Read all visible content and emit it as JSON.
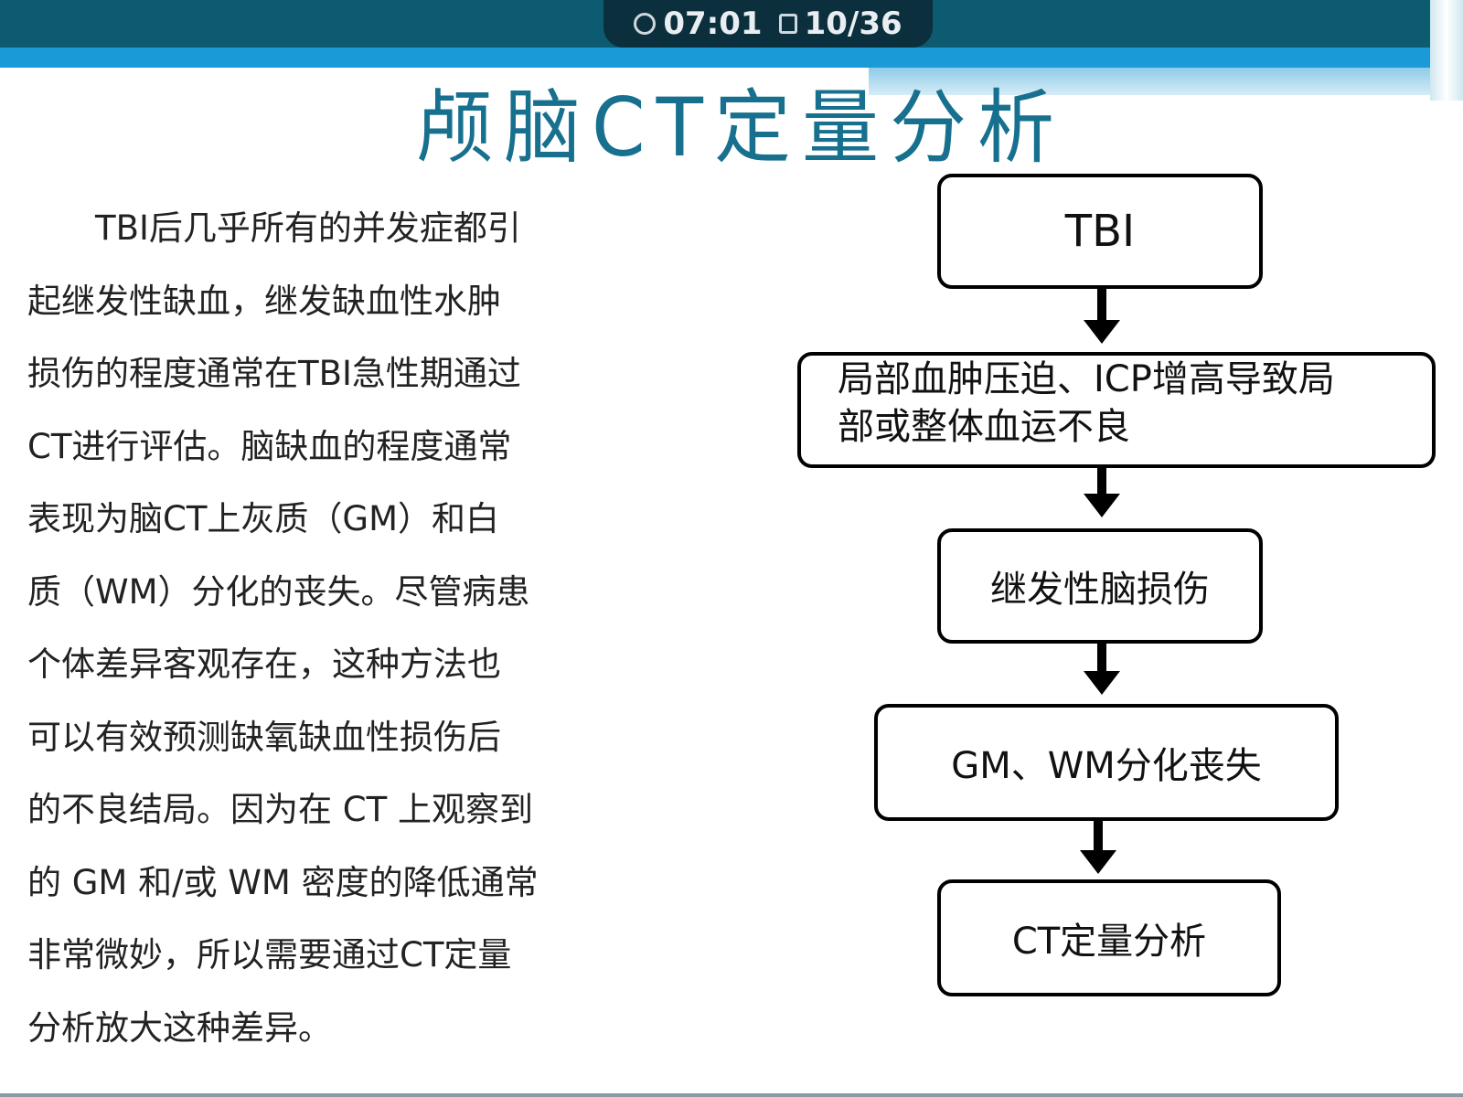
{
  "player": {
    "time": "07:01",
    "page": "10/36"
  },
  "slide": {
    "title": "颅脑CT定量分析",
    "body_lines": [
      "　　TBI后几乎所有的并发症都引",
      "起继发性缺血，继发缺血性水肿",
      "损伤的程度通常在TBI急性期通过",
      "CT进行评估。脑缺血的程度通常",
      "表现为脑CT上灰质（GM）和白",
      "质（WM）分化的丧失。尽管病患",
      "个体差异客观存在，这种方法也",
      "可以有效预测缺氧缺血性损伤后",
      "的不良结局。因为在 CT 上观察到",
      "的 GM 和/或 WM 密度的降低通常",
      "非常微妙，所以需要通过CT定量",
      "分析放大这种差异。"
    ],
    "flowchart": [
      {
        "label": "TBI"
      },
      {
        "label": "局部血肿压迫、ICP增高导致局\n部或整体血运不良",
        "line1": "局部血肿压迫、ICP增高导致局",
        "line2": "部或整体血运不良"
      },
      {
        "label": "继发性脑损伤"
      },
      {
        "label": "GM、WM分化丧失"
      },
      {
        "label": "CT定量分析"
      }
    ]
  }
}
